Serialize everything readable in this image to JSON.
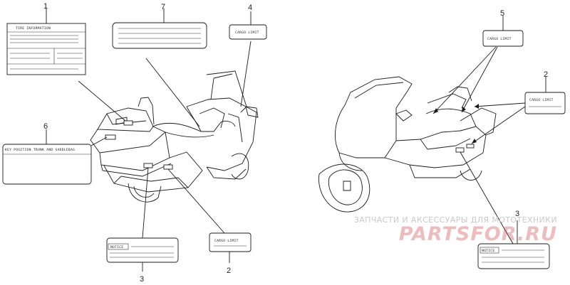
{
  "callouts": {
    "c1": "1",
    "c2a": "2",
    "c2b": "2",
    "c3a": "3",
    "c3b": "3",
    "c4": "4",
    "c5": "5",
    "c6": "6",
    "c7": "7"
  },
  "decal_text": {
    "tire_info": "TIRE INFORMATION",
    "cargo_limit_4": "CARGO LIMIT",
    "cargo_limit_5": "CARGO LIMIT",
    "cargo_limit_2a": "CARGO LIMIT",
    "cargo_limit_2b": "CARGO LIMIT",
    "key_position": "KEY POSITION TRUNK AND SADDLEBAG",
    "notice_3a": "NOTICE",
    "notice_3b": "NOTICE"
  },
  "watermark": {
    "line1": "ЗАПЧАСТИ И АКСЕССУАРЫ ДЛЯ МОТОТЕХНИКИ",
    "line2": "PARTSFOR.RU"
  },
  "colors": {
    "line": "#1a1a1a",
    "watermark_text": "#c9c9c9",
    "watermark_logo": "#ce4040"
  }
}
